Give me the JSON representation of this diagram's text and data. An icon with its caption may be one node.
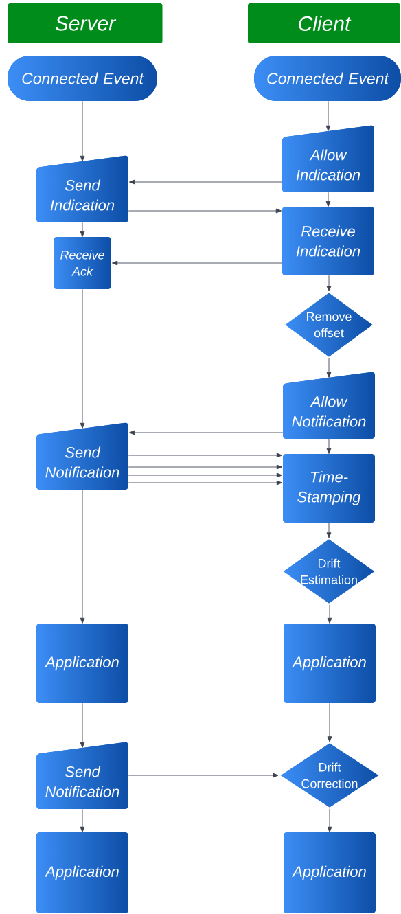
{
  "diagram": {
    "nodes": [
      {
        "text": [
          "Server"
        ]
      },
      {
        "text": [
          "Client"
        ]
      },
      {
        "text": [
          "Connected Event"
        ]
      },
      {
        "text": [
          "Connected Event"
        ]
      },
      {
        "text": [
          "Allow Indication"
        ]
      },
      {
        "text": [
          "Send Indication"
        ]
      },
      {
        "text": [
          "Receive Indication"
        ]
      },
      {
        "text": [
          "Receive Ack"
        ]
      },
      {
        "text": [
          "Remove offset"
        ]
      },
      {
        "text": [
          "Allow Notification"
        ]
      },
      {
        "text": [
          "Send Notification"
        ]
      },
      {
        "text": [
          "Time-Stamping"
        ]
      },
      {
        "text": [
          "Drift Estimation"
        ]
      },
      {
        "text": [
          "Application"
        ]
      },
      {
        "text": [
          "Application"
        ]
      },
      {
        "text": [
          "Send Notification"
        ]
      },
      {
        "text": [
          "Drift Correction"
        ]
      },
      {
        "text": [
          "Application"
        ]
      },
      {
        "text": [
          "Application"
        ]
      }
    ],
    "edges": [
      {
        "from": 2,
        "to": 5,
        "arrow": "to"
      },
      {
        "from": 3,
        "to": 4,
        "arrow": "to"
      },
      {
        "from": 4,
        "to": 5,
        "arrow": "to"
      },
      {
        "from": 5,
        "to": 6,
        "arrow": "to"
      },
      {
        "from": 4,
        "to": 6,
        "arrow": "to"
      },
      {
        "from": 5,
        "to": 7,
        "arrow": "to"
      },
      {
        "from": 6,
        "to": 7,
        "arrow": "to"
      },
      {
        "from": 6,
        "to": 8,
        "arrow": "to"
      },
      {
        "from": 7,
        "to": 10,
        "arrow": "to"
      },
      {
        "from": 8,
        "to": 9,
        "arrow": "to"
      },
      {
        "from": 9,
        "to": 10,
        "arrow": "to"
      },
      {
        "from": 9,
        "to": 11,
        "arrow": "to"
      },
      {
        "from": 10,
        "to": 11,
        "arrow": "to"
      },
      {
        "from": 10,
        "to": 11,
        "arrow": "to"
      },
      {
        "from": 10,
        "to": 11,
        "arrow": "to"
      },
      {
        "from": 10,
        "to": 11,
        "arrow": "to"
      },
      {
        "from": 11,
        "to": 12,
        "arrow": "to"
      },
      {
        "from": 10,
        "to": 13,
        "arrow": "to"
      },
      {
        "from": 12,
        "to": 14,
        "arrow": "to"
      },
      {
        "from": 13,
        "to": 15,
        "arrow": "to"
      },
      {
        "from": 14,
        "to": 16,
        "arrow": "to"
      },
      {
        "from": 15,
        "to": 16,
        "arrow": "to"
      },
      {
        "from": 15,
        "to": 17,
        "arrow": "to"
      },
      {
        "from": 16,
        "to": 18,
        "arrow": "to"
      }
    ]
  }
}
